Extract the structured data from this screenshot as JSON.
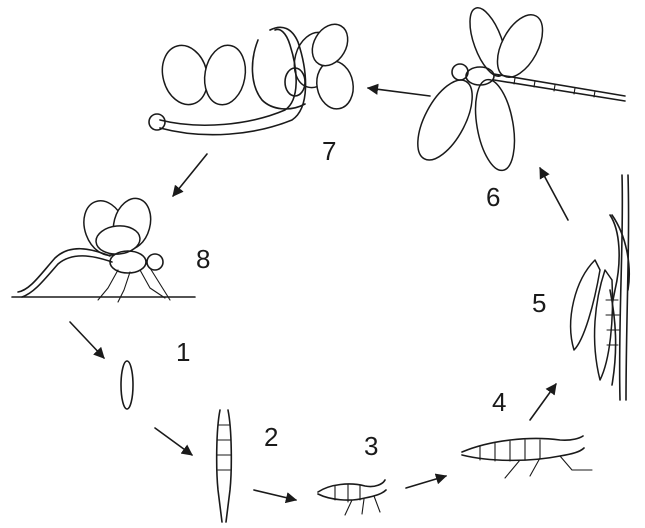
{
  "diagram": {
    "stages": [
      {
        "id": 1,
        "label": "1"
      },
      {
        "id": 2,
        "label": "2"
      },
      {
        "id": 3,
        "label": "3"
      },
      {
        "id": 4,
        "label": "4"
      },
      {
        "id": 5,
        "label": "5"
      },
      {
        "id": 6,
        "label": "6"
      },
      {
        "id": 7,
        "label": "7"
      },
      {
        "id": 8,
        "label": "8"
      }
    ],
    "cycle_order": [
      1,
      2,
      3,
      4,
      5,
      6,
      7,
      8
    ],
    "ink_color": "#1a1a1a",
    "background_color": "#ffffff"
  }
}
